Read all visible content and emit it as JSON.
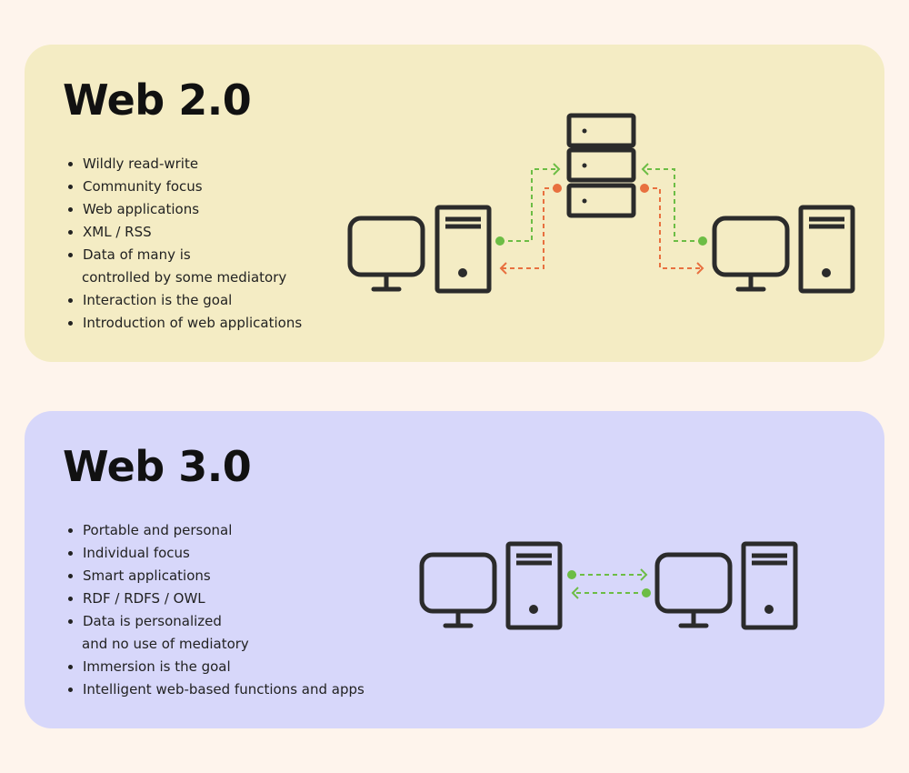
{
  "web2": {
    "title": "Web 2.0",
    "bullets": [
      "Wildly read-write",
      "Community focus",
      "Web applications",
      "XML / RSS",
      "Data of many is",
      "controlled by some mediatory",
      "Interaction is the goal",
      "Introduction of web applications"
    ]
  },
  "web3": {
    "title": "Web 3.0",
    "bullets": [
      "Portable and personal",
      "Individual focus",
      "Smart applications",
      "RDF / RDFS / OWL",
      "Data is personalized",
      "and no use of mediatory",
      "Immersion is the goal",
      "Intelligent web-based functions and apps"
    ]
  },
  "colors": {
    "green": "#6cbd45",
    "orange": "#e8703f",
    "ink": "#2b2b2b",
    "card2": "#f4ecc4",
    "card3": "#d7d7fa"
  }
}
